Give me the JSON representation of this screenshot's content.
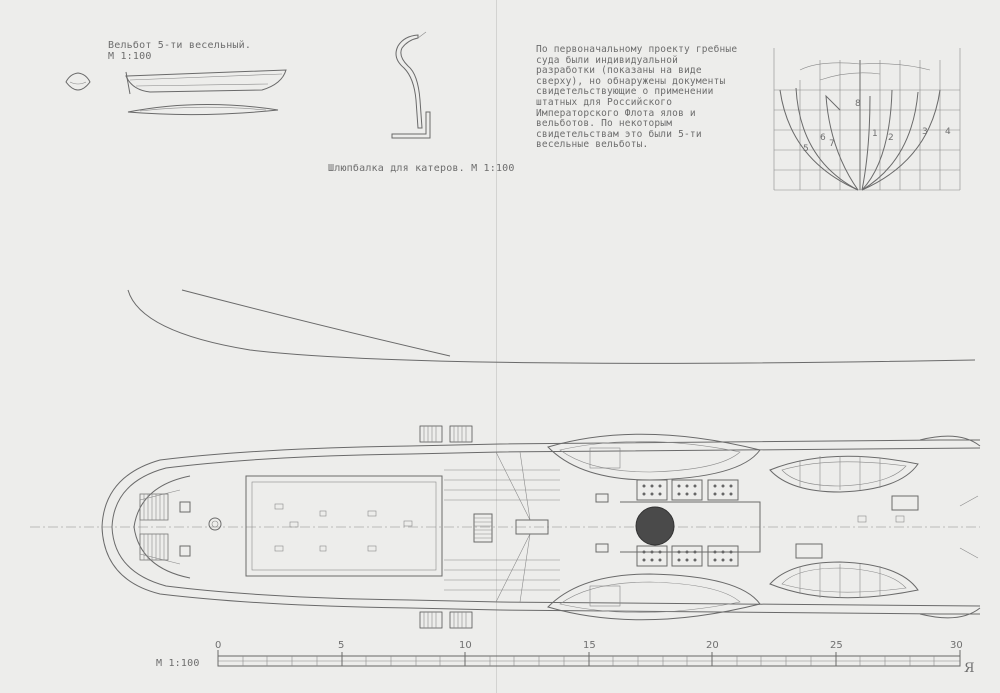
{
  "whaleboat": {
    "title": "Вельбот 5-ти весельный.",
    "scale": "М 1:100"
  },
  "davit": {
    "caption": "Шлюпбалка для катеров. М 1:100"
  },
  "note": {
    "lines": [
      "По первоначальному проекту гребные",
      "суда были индивидуальной",
      "разработки (показаны на виде",
      "сверху), но обнаружены документы",
      "свидетельствующие о применении",
      "штатных для Российского",
      "Императорского Флота ялов и",
      "вельботов. По некоторым",
      "свидетельствам это были 5-ти",
      "весельные вельботы."
    ]
  },
  "body_plan": {
    "section_numbers": [
      "1",
      "2",
      "3",
      "4",
      "5",
      "6",
      "7",
      "8"
    ]
  },
  "scale_bar": {
    "label": "М 1:100",
    "ticks": [
      "0",
      "5",
      "10",
      "15",
      "20",
      "25",
      "30"
    ],
    "signature": "Я"
  }
}
